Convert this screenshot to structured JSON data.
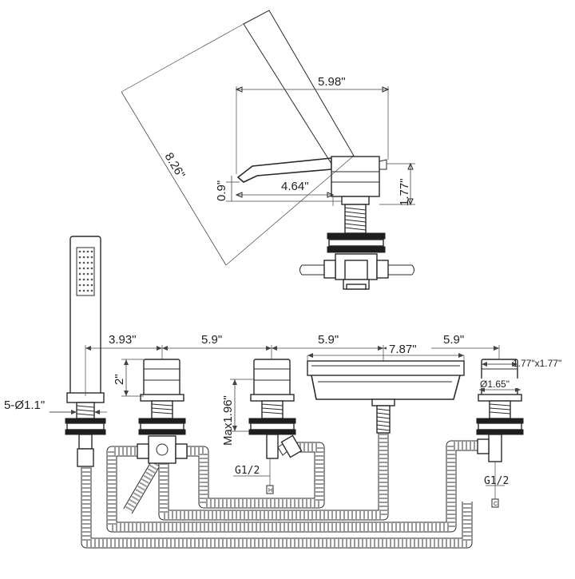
{
  "diagram": {
    "spout_dims": {
      "length": "5.98\"",
      "diagonal": "8.26\"",
      "reach": "4.64\"",
      "spout_height": "0.9\"",
      "handle_height": "1.77\""
    },
    "spacing_dims": {
      "d1": "3.93\"",
      "d2": "5.9\"",
      "d3": "5.9\"",
      "d4": "7.87\"",
      "d5": "5.9\""
    },
    "part_dims": {
      "holes": "5-Ø1.1\"",
      "valve_height": "2\"",
      "max_height": "Max1.96\"",
      "handle_size": "1.77\"x1.77\"",
      "handle_diameter": "Ø1.65\""
    },
    "thread_labels": {
      "hot_thread": "G1/2",
      "hot_letter": "H",
      "cold_thread": "G1/2",
      "cold_letter": "C"
    }
  }
}
